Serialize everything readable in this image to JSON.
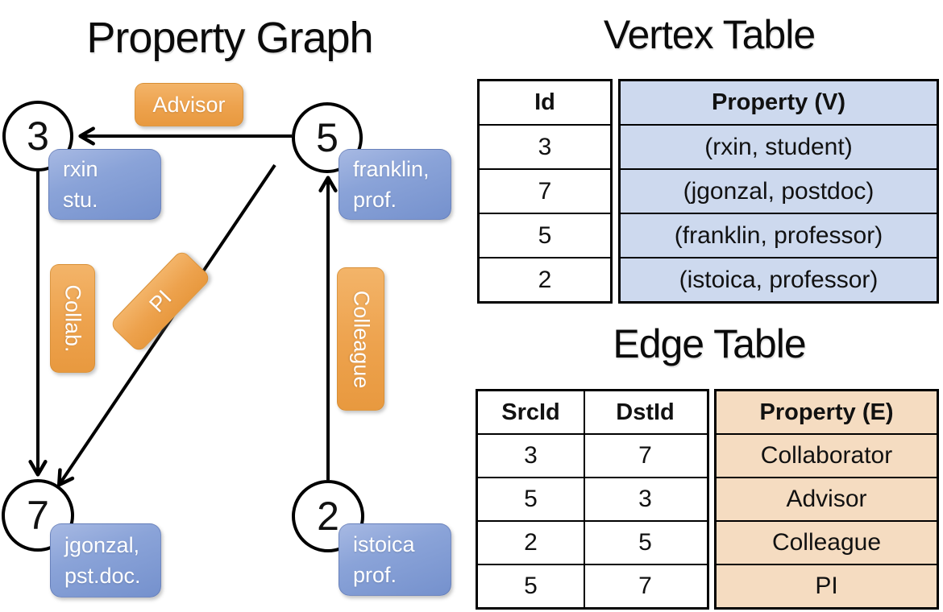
{
  "graph": {
    "title": "Property Graph",
    "nodes": [
      {
        "id": "3",
        "lines": [
          "rxin",
          "stu."
        ]
      },
      {
        "id": "5",
        "lines": [
          "franklin,",
          "prof."
        ]
      },
      {
        "id": "7",
        "lines": [
          "jgonzal,",
          "pst.doc."
        ]
      },
      {
        "id": "2",
        "lines": [
          "istoica",
          "prof."
        ]
      }
    ],
    "edges": [
      {
        "from": "5",
        "to": "3",
        "label": "Advisor"
      },
      {
        "from": "3",
        "to": "7",
        "label": "Collab."
      },
      {
        "from": "5",
        "to": "7",
        "label": "PI"
      },
      {
        "from": "2",
        "to": "5",
        "label": "Colleague"
      }
    ]
  },
  "vertex_table": {
    "title": "Vertex Table",
    "columns": [
      "Id",
      "Property (V)"
    ],
    "rows": [
      [
        "3",
        "(rxin, student)"
      ],
      [
        "7",
        "(jgonzal, postdoc)"
      ],
      [
        "5",
        "(franklin, professor)"
      ],
      [
        "2",
        "(istoica, professor)"
      ]
    ]
  },
  "edge_table": {
    "title": "Edge Table",
    "columns": [
      "SrcId",
      "DstId",
      "Property (E)"
    ],
    "rows": [
      [
        "3",
        "7",
        "Collaborator"
      ],
      [
        "5",
        "3",
        "Advisor"
      ],
      [
        "2",
        "5",
        "Colleague"
      ],
      [
        "5",
        "7",
        "PI"
      ]
    ]
  },
  "colors": {
    "edge_label_orange_top": "#f3b469",
    "edge_label_orange_bottom": "#e8993f",
    "vertex_label_blue_top": "#a7b9e3",
    "vertex_label_blue_bottom": "#7591cd",
    "vertex_table_cell_bg": "#cdd9ee",
    "edge_table_cell_bg": "#f5dcc1",
    "line_color": "#000000",
    "label_text": "#ffffff"
  }
}
